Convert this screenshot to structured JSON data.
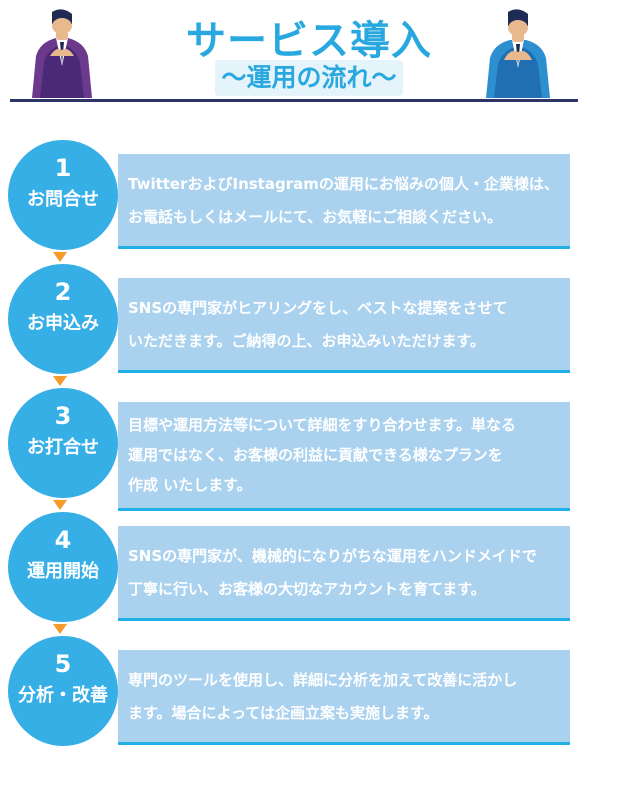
{
  "header": {
    "title": "サービス導入",
    "subtitle": "〜運用の流れ〜"
  },
  "colors": {
    "accent": "#29a8e0",
    "circle": "#36aee6",
    "box": "#aad2ef",
    "arrow": "#f39a2a",
    "rule": "#2d3466"
  },
  "steps": [
    {
      "number": "1",
      "label": "お問合せ",
      "lines": [
        "TwitterおよびInstagramの運用にお悩みの個人・企業様は、",
        "お電話もしくはメールにて、お気軽にご相談ください。"
      ]
    },
    {
      "number": "2",
      "label": "お申込み",
      "lines": [
        "SNSの専門家がヒアリングをし、ベストな提案をさせて",
        "いただきます。ご納得の上、お申込みいただけます。"
      ]
    },
    {
      "number": "3",
      "label": "お打合せ",
      "lines": [
        "目標や運用方法等について詳細をすり合わせます。単なる",
        "運用ではなく、お客様の利益に貢献できる様なプランを",
        "作成 いたします。"
      ]
    },
    {
      "number": "4",
      "label": "運用開始",
      "lines": [
        "SNSの専門家が、機械的になりがちな運用をハンドメイドで",
        "丁寧に行い、お客様の大切なアカウントを育てます。"
      ]
    },
    {
      "number": "5",
      "label": "分析・改善",
      "lines": [
        "専門のツールを使用し、詳細に分析を加えて改善に活かし",
        "ます。場合によっては企画立案も実施します。"
      ]
    }
  ]
}
